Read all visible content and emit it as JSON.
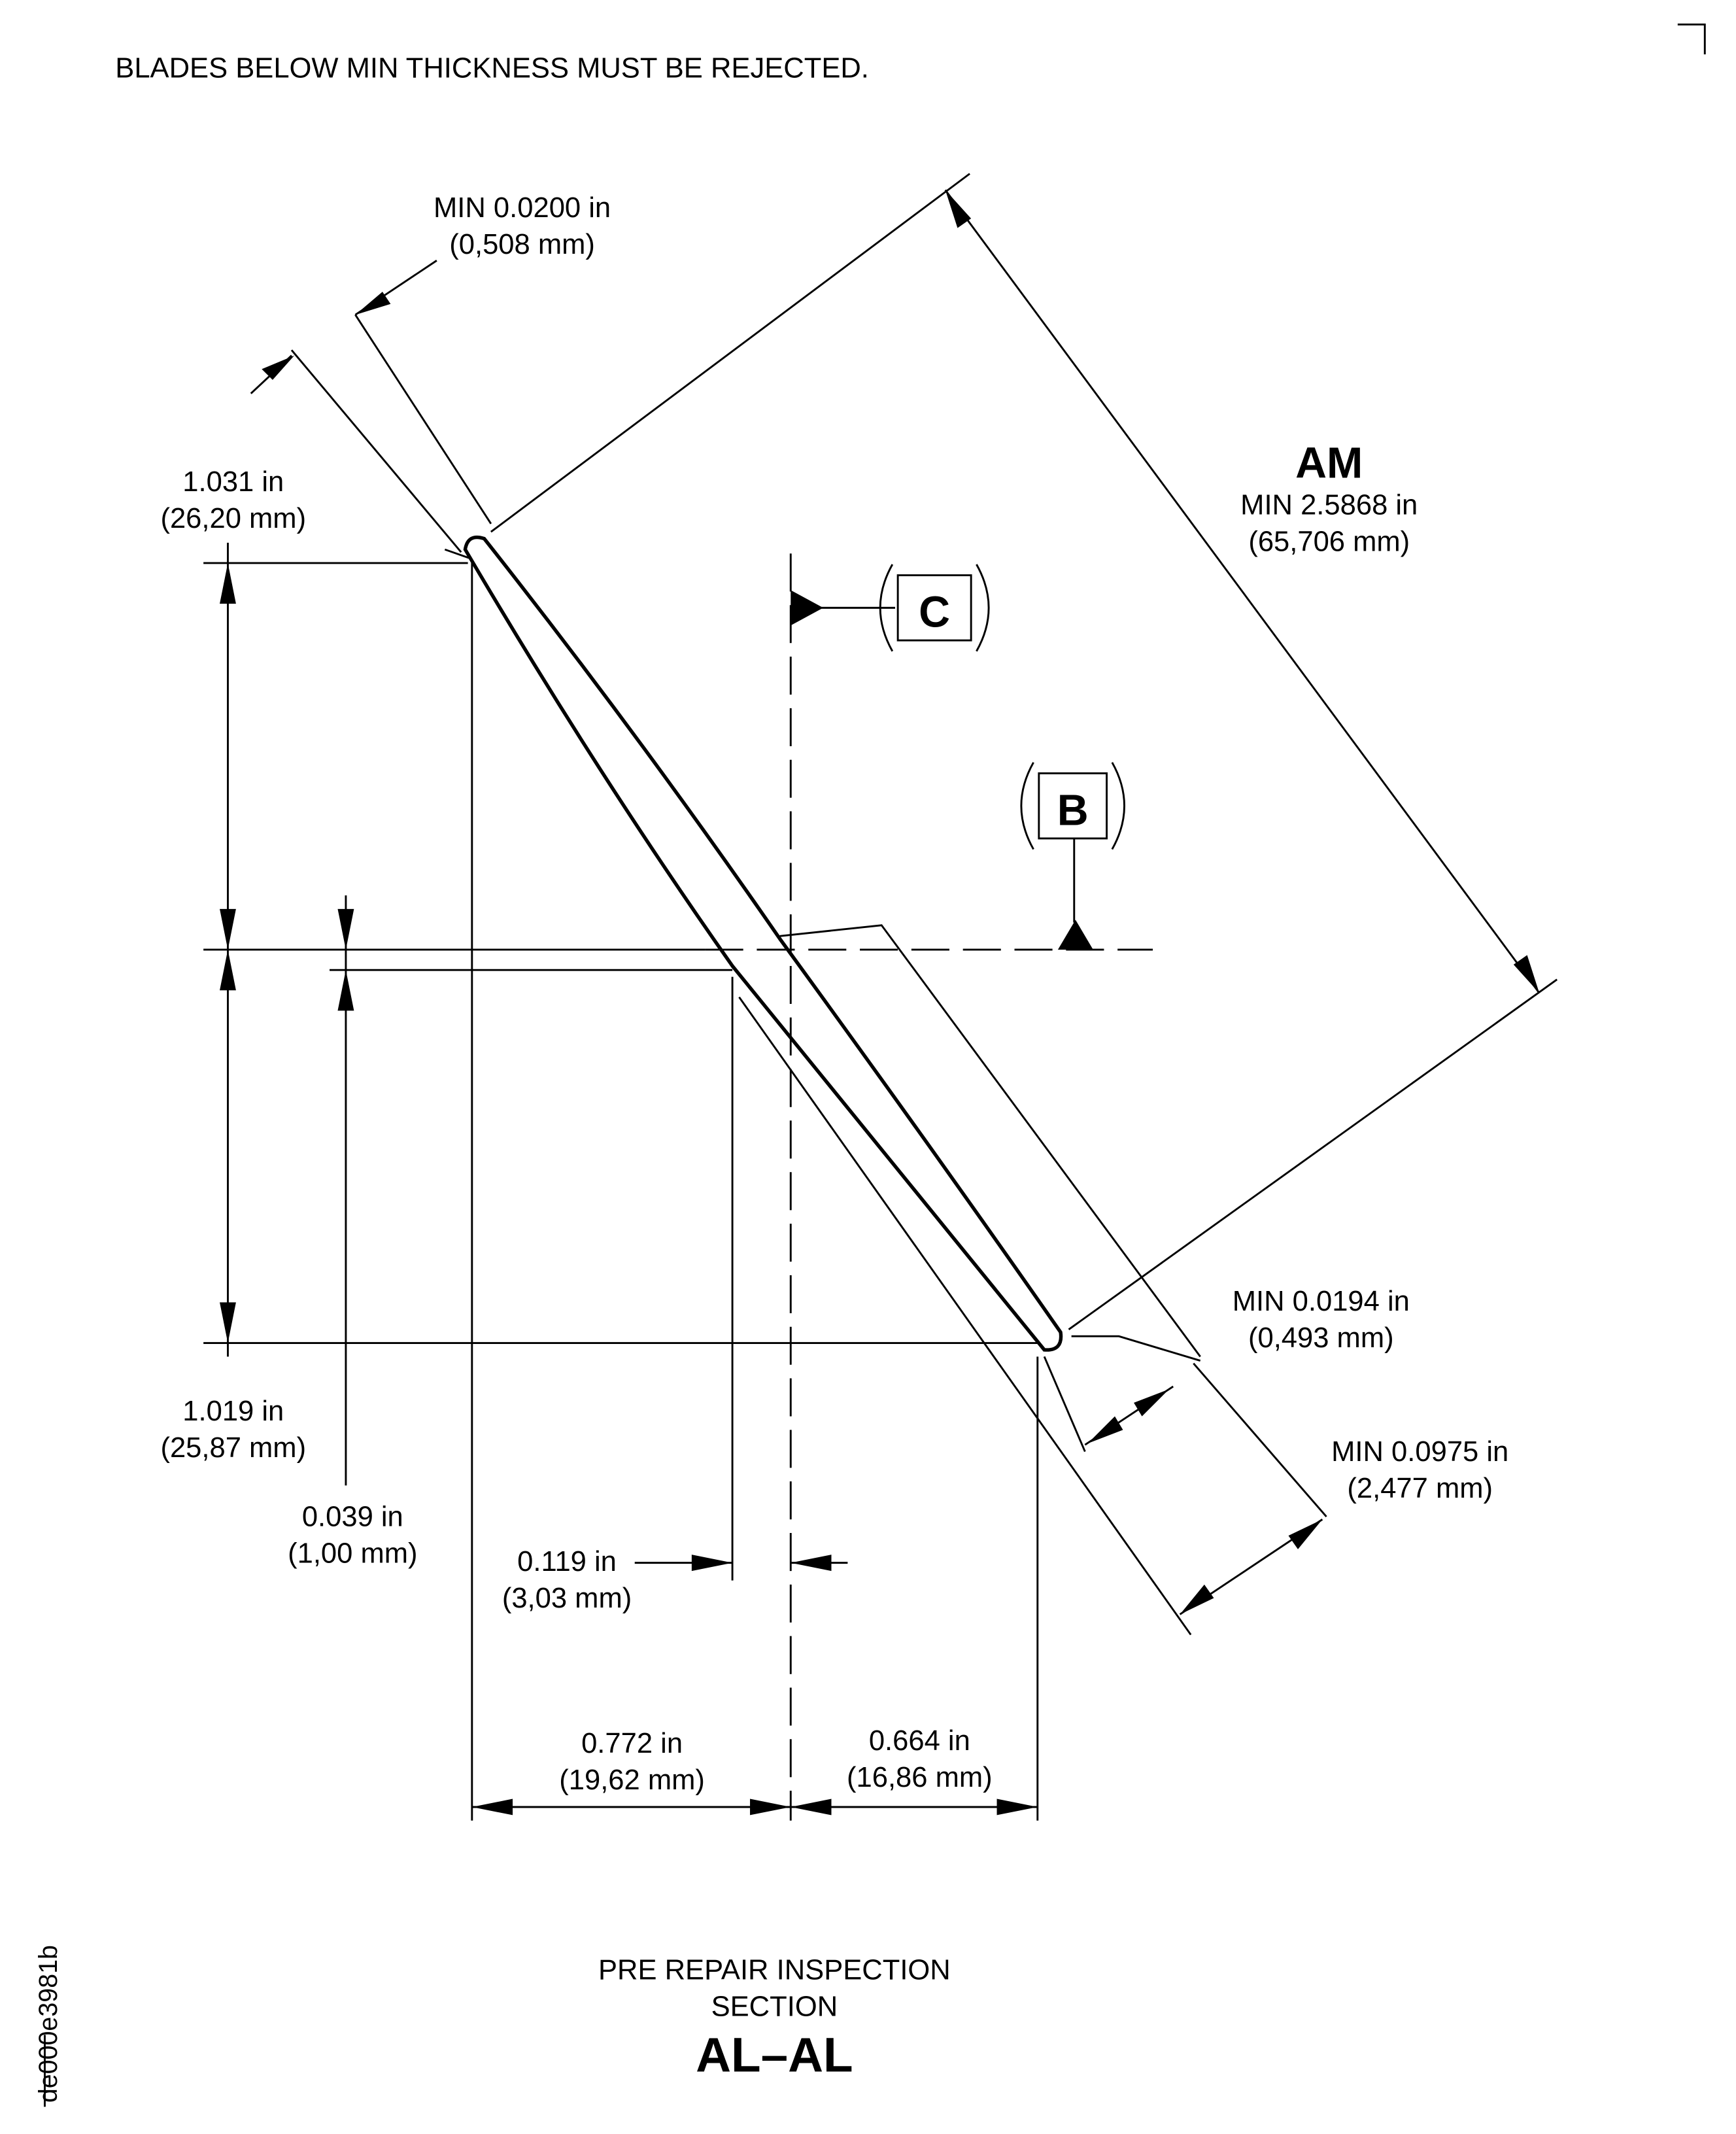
{
  "note": "BLADES BELOW MIN THICKNESS MUST BE REJECTED.",
  "dims": {
    "lead_min_in": "MIN 0.0200 in",
    "lead_min_mm": "(0,508 mm)",
    "top_in": "1.031 in",
    "top_mm": "(26,20 mm)",
    "bottom_in": "1.019 in",
    "bottom_mm": "(25,87 mm)",
    "offset_in": "0.039 in",
    "offset_mm": "(1,00 mm)",
    "shift_in": "0.119 in",
    "shift_mm": "(3,03 mm)",
    "left_in": "0.772 in",
    "left_mm": "(19,62 mm)",
    "right_in": "0.664 in",
    "right_mm": "(16,86 mm)",
    "am_label": "AM",
    "am_in": "MIN 2.5868 in",
    "am_mm": "(65,706 mm)",
    "trail_min_in": "MIN 0.0194 in",
    "trail_min_mm": "(0,493 mm)",
    "thick_min_in": "MIN 0.0975 in",
    "thick_min_mm": "(2,477 mm)"
  },
  "datums": {
    "c": "C",
    "b": "B"
  },
  "title": {
    "line1": "PRE REPAIR INSPECTION",
    "line2": "SECTION",
    "line3": "AL–AL"
  },
  "drawing_id": "de000e3981b"
}
